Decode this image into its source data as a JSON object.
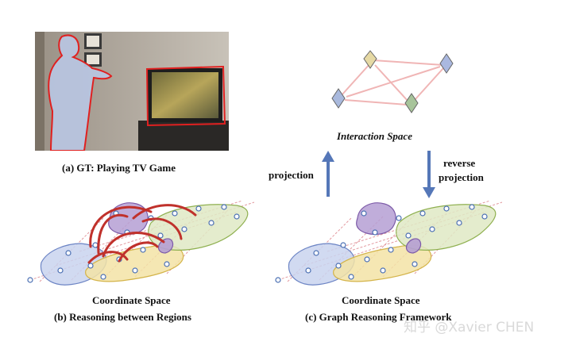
{
  "figure": {
    "panel_a": {
      "caption": "(a) GT: Playing TV Game"
    },
    "panel_b": {
      "space_label": "Coordinate Space",
      "caption": "(b) Reasoning between Regions"
    },
    "panel_c": {
      "space_label": "Coordinate Space",
      "caption": "(c) Graph Reasoning Framework",
      "interaction_label": "Interaction Space",
      "up_arrow_label": "projection",
      "down_arrow_label_line1": "reverse",
      "down_arrow_label_line2": "projection"
    },
    "watermark": "知乎 @Xavier CHEN"
  },
  "colors": {
    "region_blue": "#c9d3ef",
    "region_yellow": "#f3e3a6",
    "region_green": "#dfe9c4",
    "region_purple": "#b59fd3",
    "node_fill": "#ffffff",
    "node_stroke": "#4a6fb3",
    "grid_red": "#e39aa0",
    "reasoning_arrow": "#c0312b",
    "projection_arrow": "#5577b8",
    "gt_outline": "#e02020",
    "interaction_edge": "#f0b5b5"
  }
}
